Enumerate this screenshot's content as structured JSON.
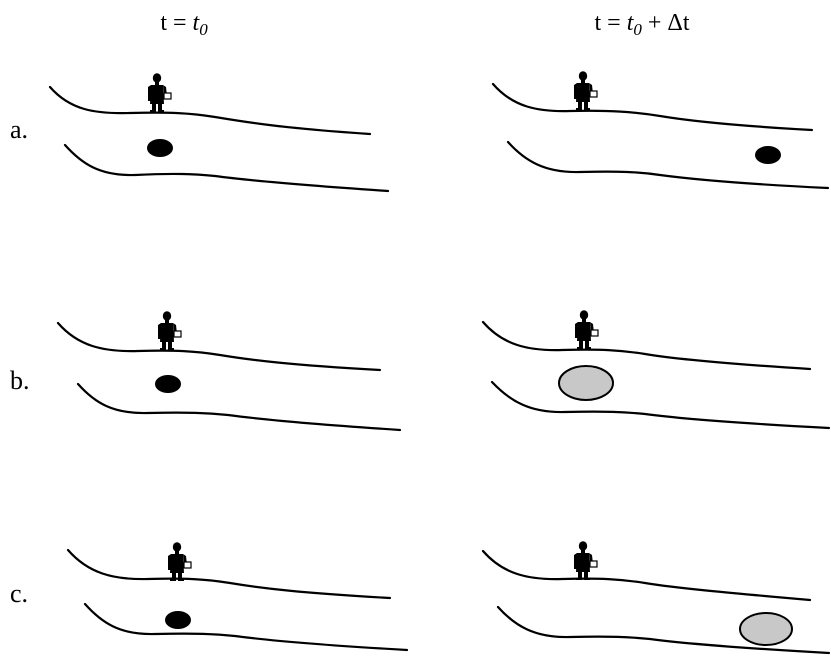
{
  "columns": [
    {
      "prefix": "t = ",
      "var": "t",
      "sub": "0",
      "suffix": ""
    },
    {
      "prefix": "t = ",
      "var": "t",
      "sub": "0",
      "suffix": " + Δt"
    }
  ],
  "rows": [
    {
      "label": "a.",
      "before": {
        "blob": "dark"
      },
      "after": {
        "blob": "dark",
        "moved": "downstream"
      }
    },
    {
      "label": "b.",
      "before": {
        "blob": "dark"
      },
      "after": {
        "blob": "light",
        "moved": "none",
        "enlarged": true
      }
    },
    {
      "label": "c.",
      "before": {
        "blob": "dark"
      },
      "after": {
        "blob": "light",
        "moved": "downstream",
        "enlarged": true
      }
    }
  ],
  "icons": {
    "observer": "person-with-clipboard-icon"
  },
  "colors": {
    "ink": "#000000",
    "dispersed_fill": "#c8c8c8"
  }
}
